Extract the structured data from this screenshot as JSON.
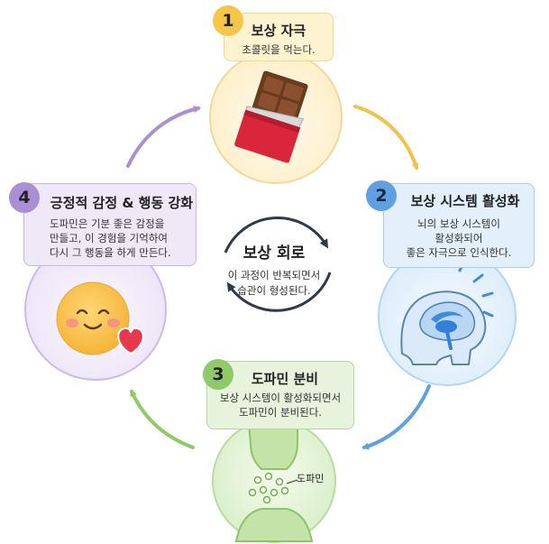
{
  "steps": [
    {
      "number": "1",
      "title": "보상 자극",
      "desc": [
        "초콜릿을 먹는다."
      ]
    },
    {
      "number": "2",
      "title": "보상 시스템 활성화",
      "desc": [
        "뇌의 보상 시스템이",
        "활성화되어",
        "좋은 자극으로 인식한다."
      ]
    },
    {
      "number": "3",
      "title": "도파민 분비",
      "desc": [
        "보상 시스템이 활성화되면서",
        "도파민이 분비된다."
      ]
    },
    {
      "number": "4",
      "title": "긍정적 감정 & 행동 강화",
      "desc": [
        "도파민은 기분 좋은 감정을",
        "만들고, 이 경험을 기억하여",
        "다시 그 행동을 하게 만든다."
      ]
    }
  ],
  "center": {
    "title": "보상 회로",
    "desc": [
      "이 과정이 반복되면서",
      "습관이 형성된다."
    ]
  },
  "dopamine_label": "도파민",
  "colors": {
    "step1": "#f6c64a",
    "step2": "#5fa0e0",
    "step3": "#8fca6a",
    "step4": "#a98fd3",
    "cycle": "#2e3a4a"
  }
}
